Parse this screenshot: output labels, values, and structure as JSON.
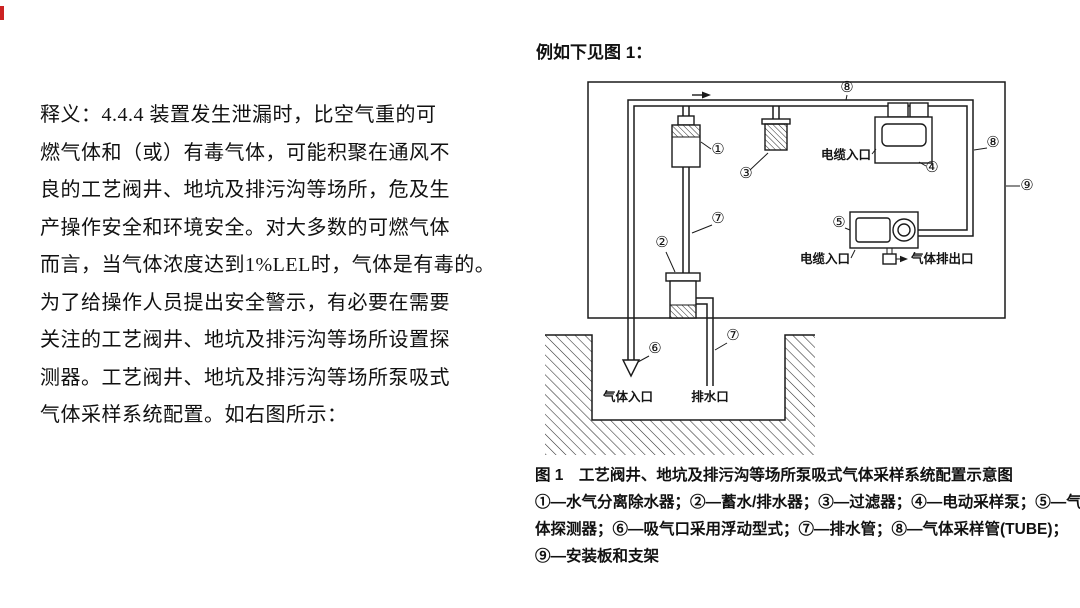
{
  "left_text": {
    "lines": [
      "释义：4.4.4 装置发生泄漏时，比空气重的可",
      "燃气体和（或）有毒气体，可能积聚在通风不",
      "良的工艺阀井、地坑及排污沟等场所，危及生",
      "产操作安全和环境安全。对大多数的可燃气体",
      "而言，当气体浓度达到1%LEL时，气体是有毒的。",
      "为了给操作人员提出安全警示，有必要在需要",
      "关注的工艺阀井、地坑及排污沟等场所设置探",
      "测器。工艺阀井、地坑及排污沟等场所泵吸式",
      "气体采样系统配置。如右图所示："
    ]
  },
  "figure": {
    "intro": "例如下见图 1：",
    "labels": {
      "cable_entry_pump": "电缆入口",
      "cable_entry_detector": "电缆入口",
      "gas_outlet": "气体排出口",
      "gas_inlet": "气体入口",
      "drain_outlet": "排水口"
    },
    "callouts": {
      "c1": "①",
      "c2": "②",
      "c3": "③",
      "c4": "④",
      "c5": "⑤",
      "c6": "⑥",
      "c7a": "⑦",
      "c7b": "⑦",
      "c8a": "⑧",
      "c8b": "⑧",
      "c9": "⑨"
    },
    "caption": {
      "title": "图 1　工艺阀井、地坑及排污沟等场所泵吸式气体采样系统配置示意图",
      "legend_lines": [
        "①—水气分离除水器；②—蓄水/排水器；③—过滤器；④—电动采样泵；⑤—气",
        "体探测器；⑥—吸气口采用浮动型式；⑦—排水管；⑧—气体采样管(TUBE)；",
        "⑨—安装板和支架"
      ]
    }
  }
}
